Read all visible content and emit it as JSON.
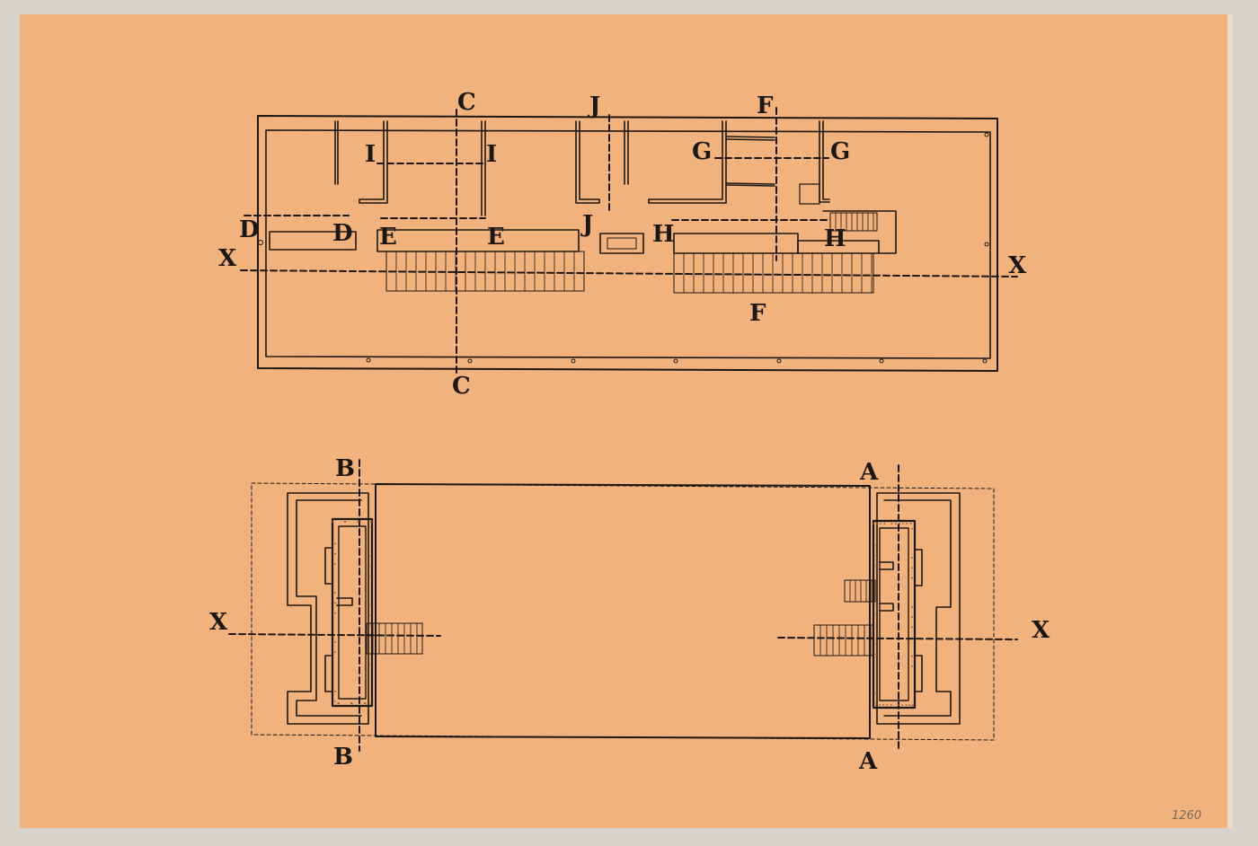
{
  "colors": {
    "paper": "#f2b27e",
    "ink": "#1d1712",
    "mount": "#d8d3cc",
    "hatch": "#8a5a3a"
  },
  "upper_plan": {
    "section_marks": {
      "C": "C",
      "J": "J",
      "F": "F",
      "I": "I",
      "G": "G",
      "D": "D",
      "E": "E",
      "H": "H",
      "X": "X"
    }
  },
  "lower_plan": {
    "section_marks": {
      "A": "A",
      "B": "B",
      "X": "X"
    }
  },
  "archive_number": "1260"
}
